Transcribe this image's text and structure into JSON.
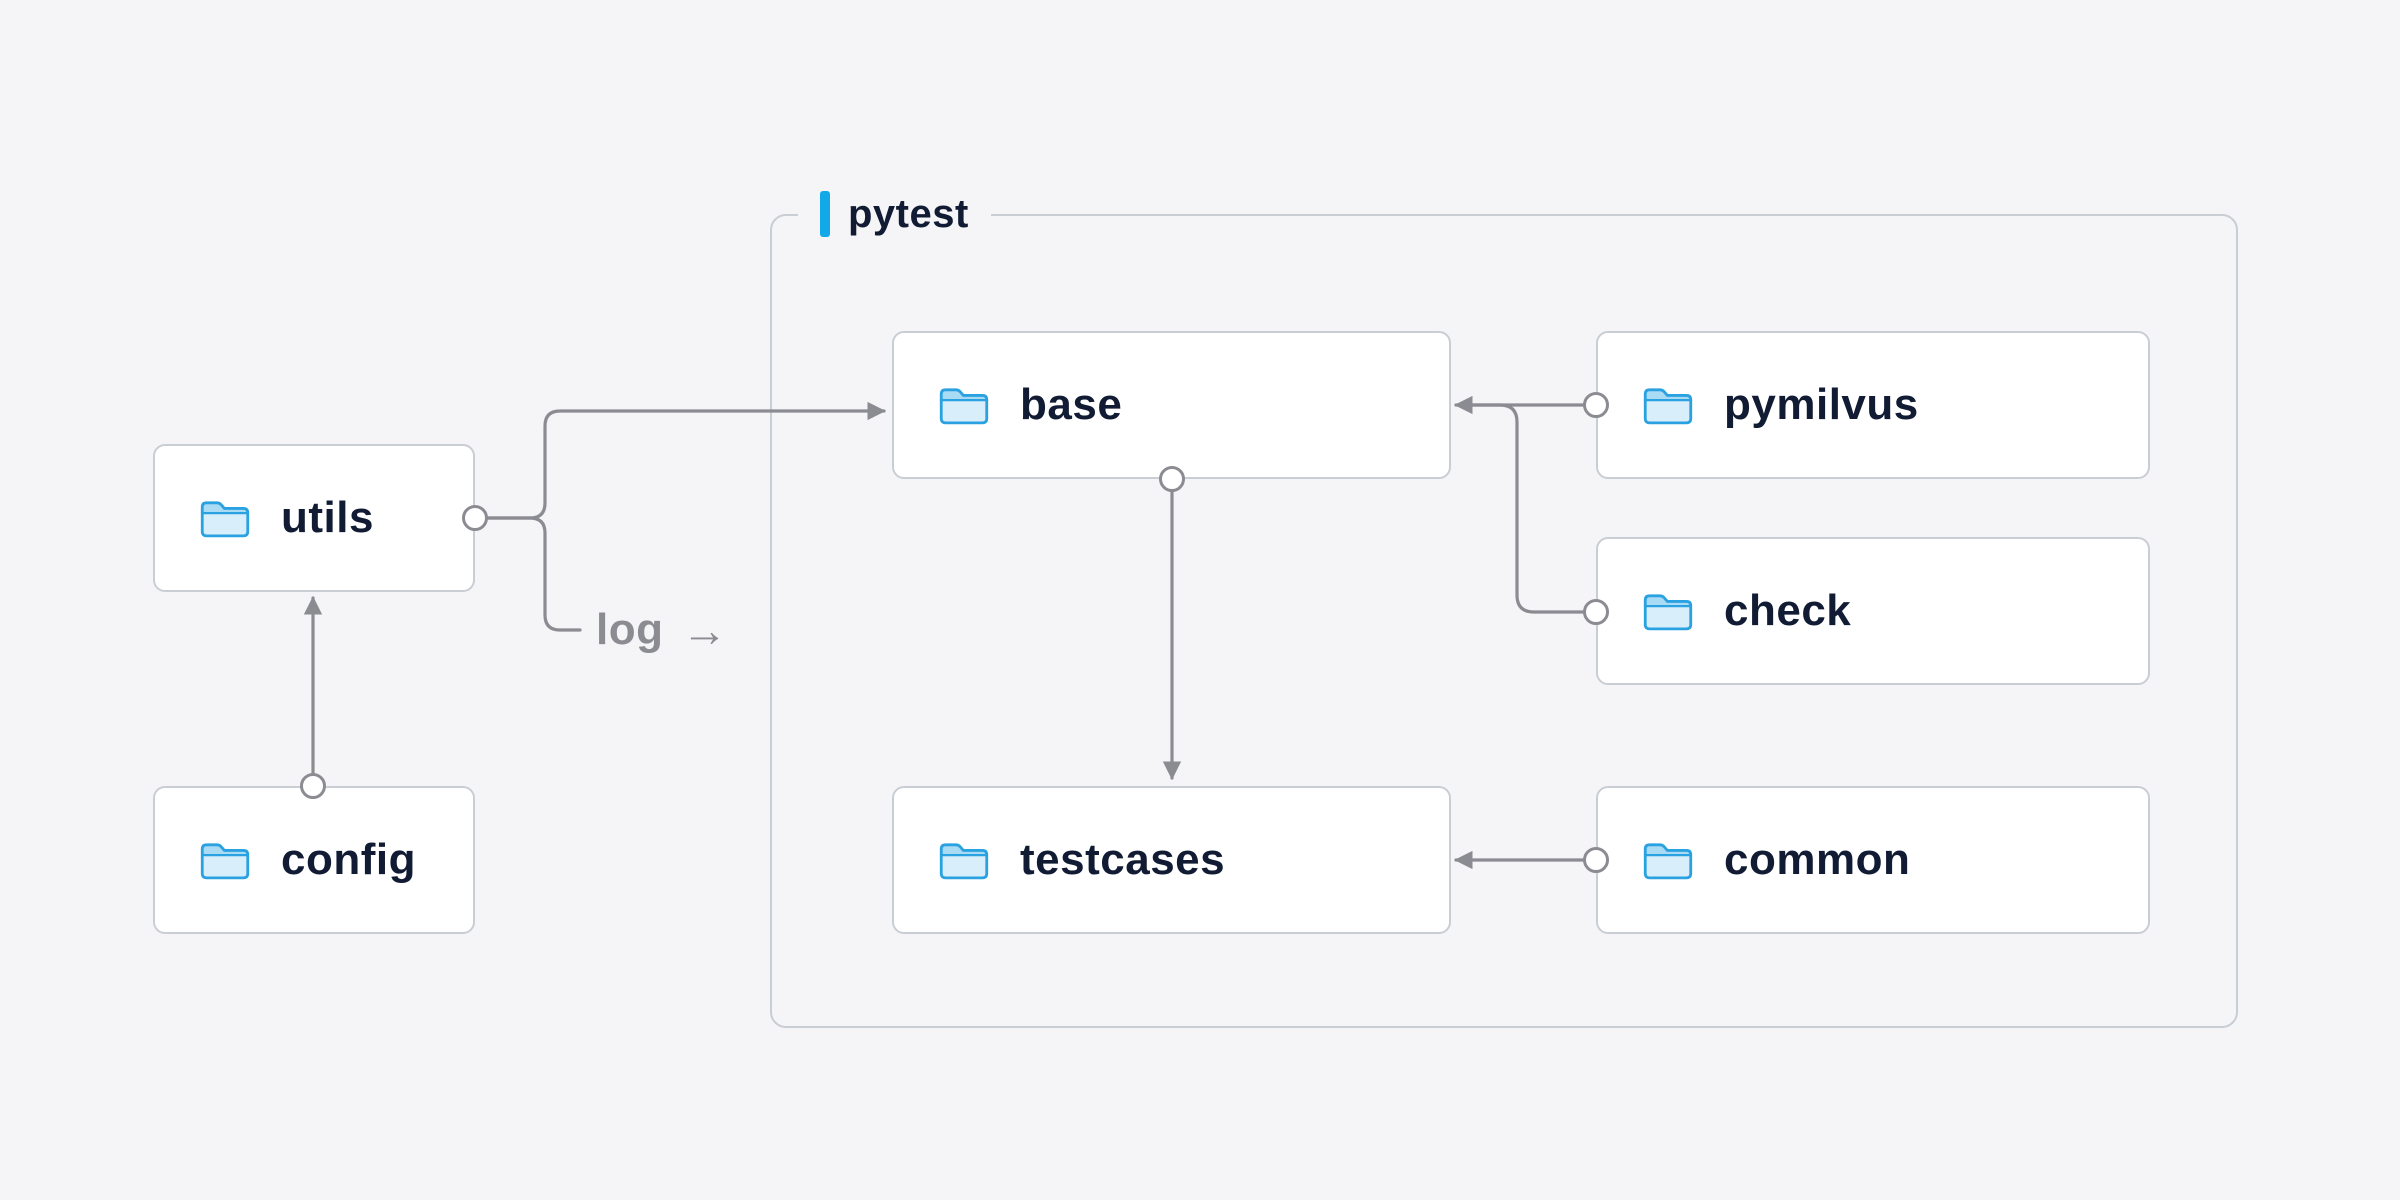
{
  "group": {
    "label": "pytest"
  },
  "nodes": {
    "utils": {
      "label": "utils"
    },
    "config": {
      "label": "config"
    },
    "base": {
      "label": "base"
    },
    "pymilvus": {
      "label": "pymilvus"
    },
    "check": {
      "label": "check"
    },
    "testcases": {
      "label": "testcases"
    },
    "common": {
      "label": "common"
    }
  },
  "edge_label": {
    "text": "log",
    "arrow": "→"
  },
  "edges": [
    {
      "from": "config",
      "to": "utils"
    },
    {
      "from": "utils",
      "to": "base"
    },
    {
      "from": "utils",
      "to": "log"
    },
    {
      "from": "pymilvus",
      "to": "base"
    },
    {
      "from": "check",
      "to": "base"
    },
    {
      "from": "base",
      "to": "testcases"
    },
    {
      "from": "common",
      "to": "testcases"
    }
  ],
  "colors": {
    "background": "#f5f5f7",
    "node_border": "#c9cdd4",
    "line": "#8b8b92",
    "text": "#111b33",
    "accent": "#13a9e9",
    "folder_stroke": "#2aa2e2",
    "folder_fill": "#d9eefb",
    "folder_flap": "#a9dbf5"
  }
}
